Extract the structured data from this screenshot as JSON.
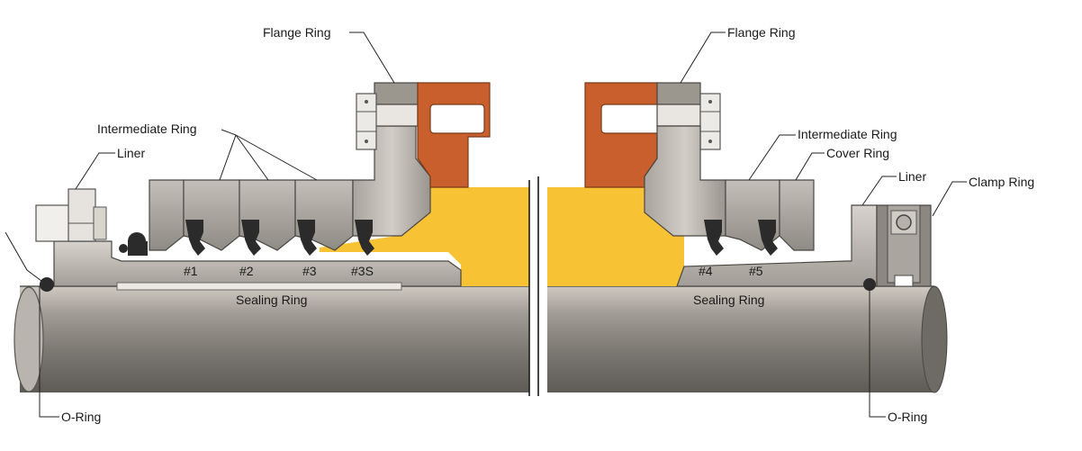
{
  "labels": {
    "flange_ring_left": "Flange Ring",
    "flange_ring_right": "Flange Ring",
    "intermediate_ring_left": "Intermediate Ring",
    "intermediate_ring_right": "Intermediate Ring",
    "liner_left": "Liner",
    "liner_right": "Liner",
    "cover_ring": "Cover Ring",
    "clamp_ring": "Clamp Ring",
    "o_ring_left": "O-Ring",
    "o_ring_right": "O-Ring",
    "sealing_ring_left": "Sealing Ring",
    "sealing_ring_right": "Sealing Ring"
  },
  "seal_numbers": [
    "#1",
    "#2",
    "#3",
    "#3S",
    "#4",
    "#5"
  ],
  "colors": {
    "flange_copper": "#c95f2c",
    "fill_yellow": "#f7c233",
    "shaft_steel": "#8f8a83",
    "ring_steel": "#a8a39c",
    "seal_black": "#2b2b2b"
  }
}
